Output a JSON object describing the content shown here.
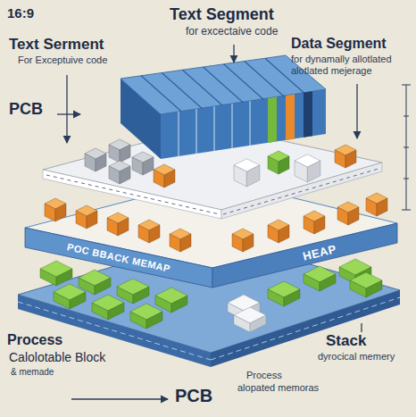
{
  "diagram": {
    "nodes": [
      {
        "text": [
          "POC BBACK MEMAP",
          "HEAP"
        ]
      }
    ],
    "labels": [
      "16:9",
      "Text Segment",
      "for excectaive code",
      "Text Serment",
      "For Exceptuive code",
      "Data Segment",
      "for dynamally allotlated alotlated mejerage",
      "PCB",
      "Process",
      "Calolotable Block",
      "& memade",
      "PCB",
      "Stack",
      "dyrocical memery",
      "Process",
      "alopated memoras"
    ]
  }
}
